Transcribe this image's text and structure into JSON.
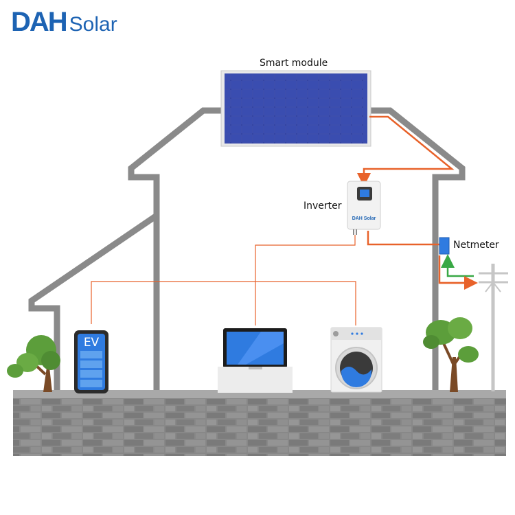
{
  "brand": {
    "mark": "DAH",
    "word": "Solar",
    "color": "#1d63b3"
  },
  "labels": {
    "smart_module": "Smart module",
    "inverter": "Inverter",
    "netmeter": "Netmeter",
    "ev": "EV",
    "inverter_brand": "DAH Solar"
  },
  "colors": {
    "dc_line": "#e8622a",
    "ac_line": "#e8622a",
    "export_arrow": "#39a845",
    "house_outline": "#888888",
    "panel": "#2a3b9c",
    "ground_stone": "#8b8b8b",
    "tree": "#5c9e3b",
    "screen": "#2f7be0"
  }
}
